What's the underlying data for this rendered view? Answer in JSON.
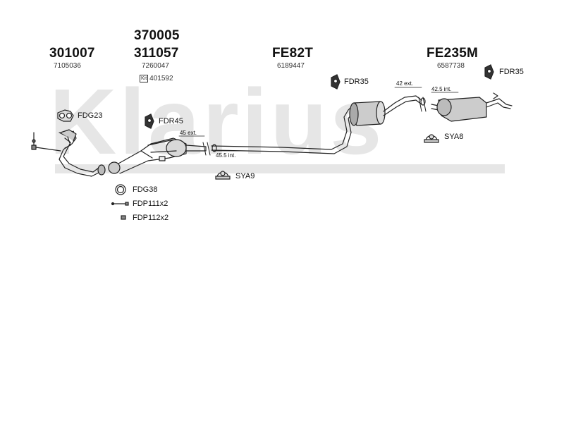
{
  "watermark": "Klarius",
  "parts": {
    "front_pipe": {
      "code": "301007",
      "oe": "7105036"
    },
    "catalyst": {
      "code_top": "370005",
      "code": "311057",
      "oe": "7260047",
      "kit_label": "Kit",
      "kit_number": "401592"
    },
    "middle": {
      "code": "FE82T",
      "oe": "6189447"
    },
    "rear": {
      "code": "FE235M",
      "oe": "6587738"
    }
  },
  "fittings": {
    "fdg23": "FDG23",
    "fdr45": "FDR45",
    "fdr35_mid": "FDR35",
    "fdr35_rear": "FDR35",
    "sya8": "SYA8",
    "sya9": "SYA9",
    "fdg38": "FDG38",
    "fdp111": "FDP111x2",
    "fdp112": "FDP112x2"
  },
  "dimensions": {
    "ext_45": "45 ext.",
    "int_45_5": "45.5 int.",
    "ext_42": "42 ext.",
    "int_42_5": "42.5 int."
  }
}
